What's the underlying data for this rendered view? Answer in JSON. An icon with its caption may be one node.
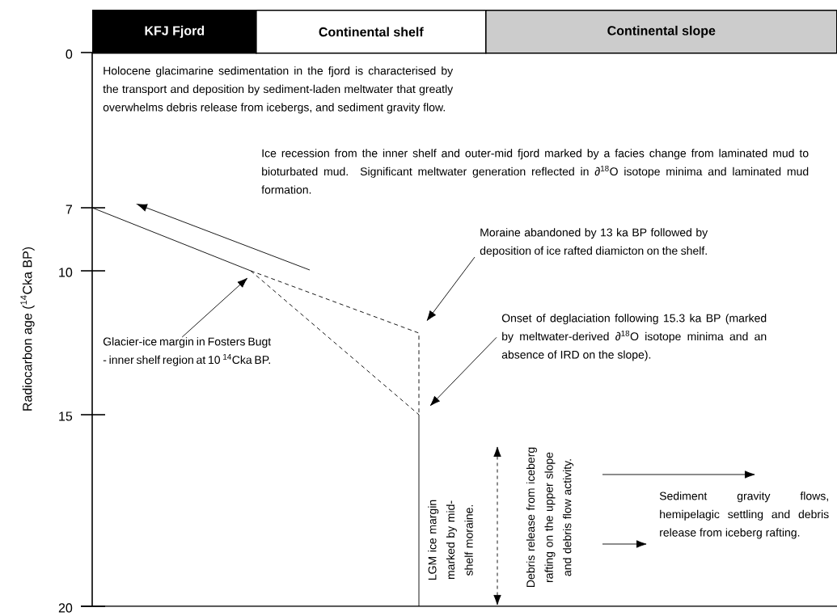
{
  "diagram": {
    "nodes": [
      {
        "text": [
          "KFJ Fjord"
        ]
      },
      {
        "text": [
          "Continental shelf"
        ]
      },
      {
        "text": [
          "Continental slope"
        ]
      },
      {
        "text": [
          "Holocene glacimarine sedimentation in the fjord is characterised by the transport and deposition by sediment-laden meltwater that greatly overwhelms debris release from icebergs, and sediment gravity flow."
        ]
      },
      {
        "text": [
          "Ice recession from the inner shelf and outer-mid fjord marked by a facies change from laminated mud to bioturbated mud. Significant meltwater generation reflected in ∂$^{18}$O isotope minima and laminated mud formation."
        ]
      },
      {
        "text": [
          "Moraine abandoned by 13 ka BP followed by deposition of ice rafted diamicton on the shelf."
        ]
      },
      {
        "text": [
          "Onset of deglaciation following 15.3 ka BP (marked by meltwater-derived ∂$^{18}$O isotope minima and an absence of IRD on the slope)."
        ]
      },
      {
        "text": [
          "Glacier-ice margin in Fosters Bugt - inner shelf region at 10 $^{14}$Cka BP."
        ]
      },
      {
        "text": [
          "LGM ice margin marked by mid-shelf moraine."
        ]
      },
      {
        "text": [
          "Debris release from iceberg rafting on the upper slope and debris flow activity."
        ]
      },
      {
        "text": [
          "Sediment gravity flows, hemipelagic settling and debris release from iceberg rafting."
        ]
      }
    ],
    "edges": [
      {
        "from": 5,
        "to": null,
        "arrow": "to"
      },
      {
        "from": 6,
        "to": null,
        "arrow": "to"
      },
      {
        "from": 7,
        "to": null,
        "arrow": "to"
      },
      {
        "from": null,
        "to": 10,
        "arrow": "to"
      }
    ],
    "labels": [
      "0",
      "7",
      "10",
      "15",
      "20",
      "Radiocarbon age ($^{14}$Cka BP)"
    ]
  }
}
